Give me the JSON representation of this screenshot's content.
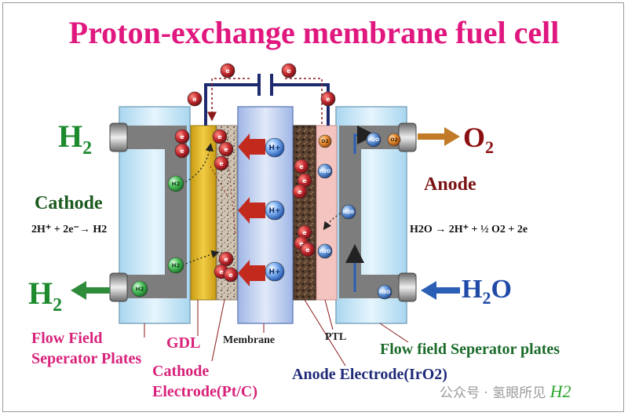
{
  "title": "Proton-exchange membrane fuel cell",
  "labels": {
    "h2_in": "H2",
    "h2_out": "H2",
    "o2_out": "O2",
    "h2o_in": "H2O",
    "cathode": "Cathode",
    "anode": "Anode",
    "cathode_eq": "2H⁺ + 2e⁻→  H2",
    "anode_eq": "H2O → 2H⁺ + ½ O2 + 2e",
    "flow_field_left": "Flow Field\nSeperator Plates",
    "gdl": "GDL",
    "membrane": "Membrane",
    "ptl": "PTL",
    "flow_field_right": "Flow field Seperator plates",
    "cathode_electrode": "Cathode\nElectrode(Pt/C)",
    "anode_electrode": "Anode Electrode(IrO2)"
  },
  "particles": {
    "electron": "e",
    "proton": "H+",
    "hydrogen": "H2",
    "water": "H2O",
    "oxygen": "O2"
  },
  "watermark": {
    "text": "公众号 · 氢眼所见",
    "logo": "H2"
  },
  "colors": {
    "title": "#e0177e",
    "hydrogen_label": "#1d8a2e",
    "oxygen_label": "#8b0f10",
    "water_label": "#1f4aa8",
    "electron": "#c0272d",
    "proton": "#2a6fd6",
    "membrane": "#c9d6f2",
    "gdl": "#e3bb2c",
    "ptl": "#f3c4c0"
  }
}
